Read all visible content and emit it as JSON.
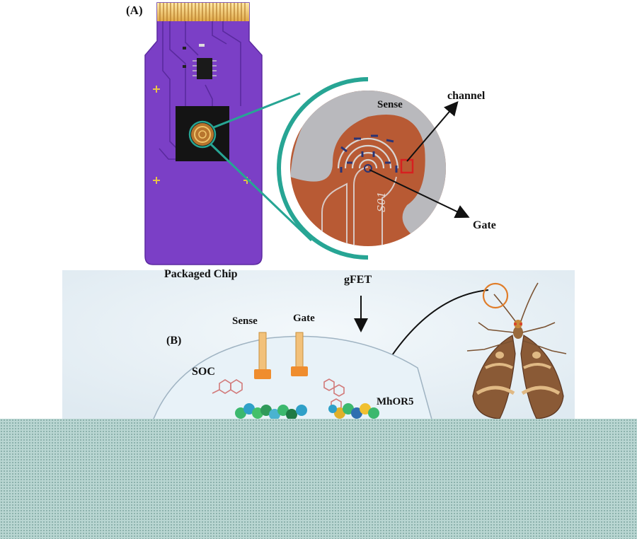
{
  "panel_labels": {
    "a": "(A)",
    "b": "(B)"
  },
  "labels": {
    "packaged_chip": "Packaged Chip",
    "gfet": "gFET",
    "sense_top": "Sense",
    "channel": "channel",
    "gate_top": "Gate",
    "sense_electrode": "Sense",
    "gate_electrode": "Gate",
    "soc": "SOC",
    "receptor": "MhOR5"
  },
  "chip_text": "S01",
  "colors": {
    "chip_board": "#7b3fc6",
    "electrode_copper": "#b85a34",
    "gold_pins": "#e7b84a",
    "zoom_ring": "#27a594",
    "cover_band": "#b9d6d2"
  }
}
